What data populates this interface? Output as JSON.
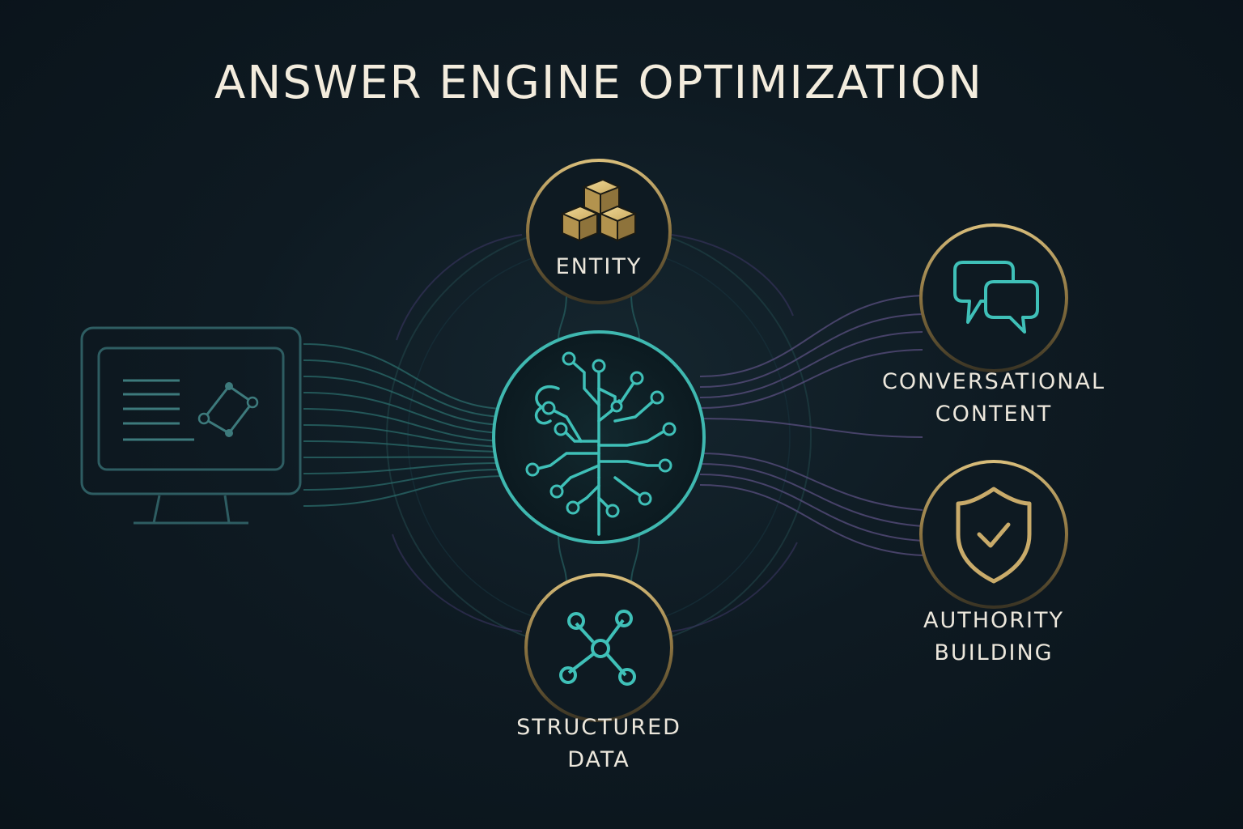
{
  "title": "ANSWER ENGINE OPTIMIZATION",
  "nodes": {
    "entity": {
      "label": "ENTITY",
      "icon": "cubes-icon"
    },
    "conversational": {
      "label_line1": "CONVERSATIONAL",
      "label_line2": "CONTENT",
      "icon": "chat-bubbles-icon"
    },
    "authority": {
      "label_line1": "AUTHORITY",
      "label_line2": "BUILDING",
      "icon": "shield-check-icon"
    },
    "structured": {
      "label_line1": "STRUCTURED",
      "label_line2": "DATA",
      "icon": "network-nodes-icon"
    },
    "hub": {
      "icon": "neural-tree-icon"
    },
    "source": {
      "icon": "monitor-icon"
    }
  },
  "colors": {
    "background": "#0e1a22",
    "teal": "#3fb8b0",
    "gold": "#c9ab6a",
    "purple": "#6f5f97",
    "text": "#f3ecdd"
  }
}
